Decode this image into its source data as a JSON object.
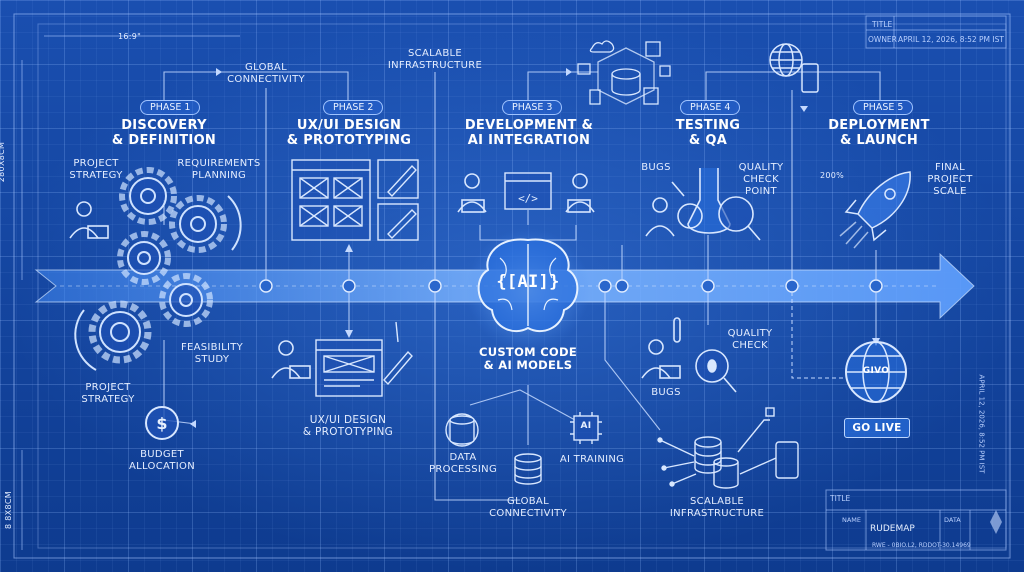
{
  "dimension_top": "16:9\"",
  "dimension_left_top": "280x8cm",
  "dimension_left_bottom": "8 8x8cm",
  "title_block_top": {
    "title_label": "TITLE",
    "owner_label": "OWNER",
    "owner_value": "APRIL 12, 2026, 8:52 PM IST"
  },
  "right_edge_text": "APRIL 12, 2026, 8:52 PM IST",
  "title_block_bottom": {
    "title_label": "TITLE",
    "name_label": "NAME",
    "name_value": "RUDEMAP",
    "data_label": "DATA",
    "stamp": "RWE - 0BIO.L2, RDDOT-30.14969"
  },
  "phases": [
    {
      "pill": "PHASE 1",
      "title_line1": "DISCOVERY",
      "title_line2": "& DEFINITION"
    },
    {
      "pill": "PHASE 2",
      "title_line1": "UX/UI DESIGN",
      "title_line2": "& PROTOTYPING"
    },
    {
      "pill": "PHASE 3",
      "title_line1": "DEVELOPMENT &",
      "title_line2": "AI INTEGRATION"
    },
    {
      "pill": "PHASE 4",
      "title_line1": "TESTING",
      "title_line2": "& QA"
    },
    {
      "pill": "PHASE 5",
      "title_line1": "DEPLOYMENT",
      "title_line2": "& LAUNCH"
    }
  ],
  "labels": {
    "global_connectivity_top_1": "GLOBAL",
    "global_connectivity_top_2": "CONNECTIVITY",
    "scalable_top_1": "SCALABLE",
    "scalable_top_2": "INFRASTRUCTURE",
    "project_strategy_top_1": "PROJECT",
    "project_strategy_top_2": "STRATEGY",
    "requirements_1": "REQUIREMENTS",
    "requirements_2": "PLANNING",
    "feasibility_1": "FEASIBILITY",
    "feasibility_2": "STUDY",
    "project_strategy_bottom_1": "PROJECT",
    "project_strategy_bottom_2": "STRATEGY",
    "budget_1": "BUDGET",
    "budget_2": "ALLOCATION",
    "uxui_bottom_1": "UX/UI DESIGN",
    "uxui_bottom_2": "& PROTOTYPING",
    "ai_badge": "{[AI]}",
    "custom_code_1": "CUSTOM CODE",
    "custom_code_2": "& AI MODELS",
    "data_processing_1": "DATA",
    "data_processing_2": "PROCESSING",
    "ai_training": "AI TRAINING",
    "ai_chip": "AI",
    "global_connectivity_bottom_1": "GLOBAL",
    "global_connectivity_bottom_2": "CONNECTIVITY",
    "scalable_bottom_1": "SCALABLE",
    "scalable_bottom_2": "INFRASTRUCTURE",
    "bugs_top": "BUGS",
    "quality_checkpoint_1": "QUALITY",
    "quality_checkpoint_2": "CHECK",
    "quality_checkpoint_3": "POINT",
    "quality_check_1": "QUALITY",
    "quality_check_2": "CHECK",
    "bugs_bottom": "BUGS",
    "zoom_200": "200%",
    "final_scale_1": "FINAL",
    "final_scale_2": "PROJECT",
    "final_scale_3": "SCALE",
    "globe_text": "GIVO",
    "go_live": "GO LIVE"
  },
  "colors": {
    "background": "#0f3f96",
    "line": "#bcd4ff",
    "arrow": "#7fb2ff",
    "accent": "#9fc3ff"
  }
}
